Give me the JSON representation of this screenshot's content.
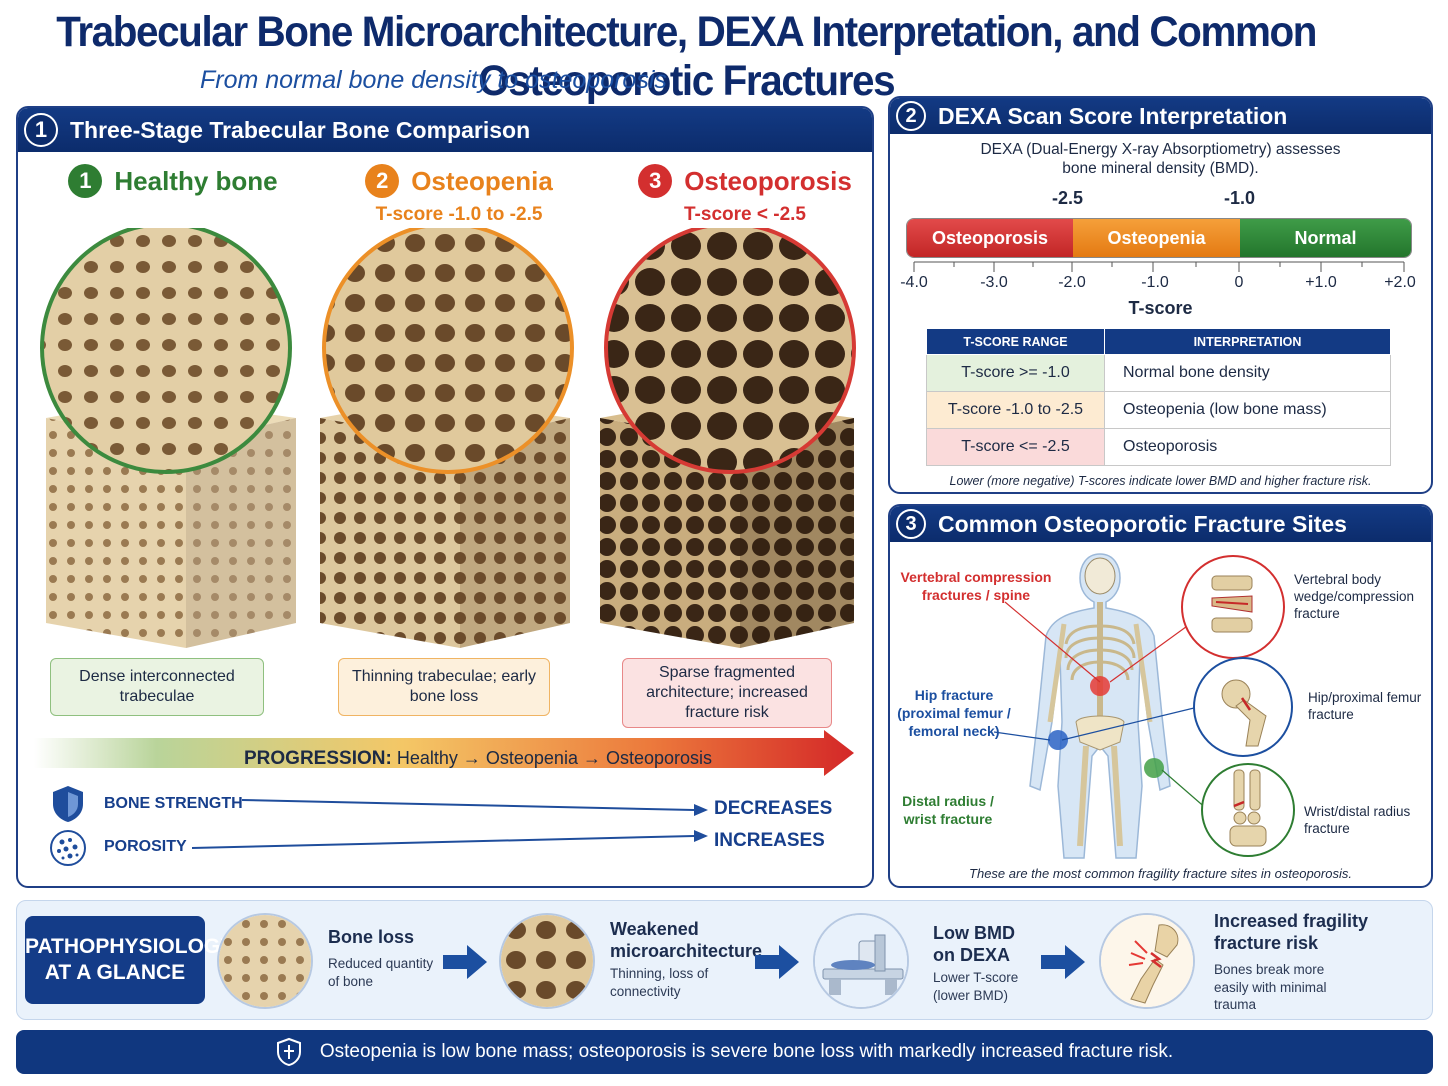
{
  "title": "Trabecular Bone Microarchitecture, DEXA Interpretation, and Common Osteoporotic Fractures",
  "subtitle": "From normal bone density to osteoporosis",
  "panel1": {
    "number": "1",
    "heading": "Three-Stage Trabecular Bone Comparison",
    "stages": [
      {
        "number": "1",
        "name": "Healthy bone",
        "tscore": "",
        "caption": "Dense interconnected trabeculae",
        "color": "#2e7d32"
      },
      {
        "number": "2",
        "name": "Osteopenia",
        "tscore": "T-score -1.0 to -2.5",
        "caption": "Thinning trabeculae; early bone loss",
        "color": "#e8821c"
      },
      {
        "number": "3",
        "name": "Osteoporosis",
        "tscore": "T-score < -2.5",
        "caption": "Sparse fragmented architecture; increased fracture risk",
        "color": "#d32f2f"
      }
    ],
    "progression": {
      "label": "PROGRESSION:",
      "steps": [
        "Healthy",
        "Osteopenia",
        "Osteoporosis"
      ],
      "arrow": "→"
    },
    "trends": [
      {
        "label": "BONE STRENGTH",
        "result": "DECREASES",
        "icon": "shield-icon"
      },
      {
        "label": "POROSITY",
        "result": "INCREASES",
        "icon": "porous-bone-icon"
      }
    ]
  },
  "panel2": {
    "number": "2",
    "heading": "DEXA Scan Score Interpretation",
    "description_line1": "DEXA (Dual-Energy X-ray Absorptiometry) assesses",
    "description_line2": "bone mineral density (BMD).",
    "thresholds": [
      "-2.5",
      "-1.0"
    ],
    "segments": [
      {
        "label": "Osteoporosis",
        "color": "#d7383a"
      },
      {
        "label": "Osteopenia",
        "color": "#ef8a1e"
      },
      {
        "label": "Normal",
        "color": "#2f8a3a"
      }
    ],
    "axis_ticks": [
      "-4.0",
      "-3.0",
      "-2.0",
      "-1.0",
      "0",
      "+1.0",
      "+2.0"
    ],
    "axis_label": "T-score",
    "table": {
      "headers": [
        "T-SCORE RANGE",
        "INTERPRETATION"
      ],
      "rows": [
        {
          "range": "T-score >= -1.0",
          "interpretation": "Normal bone density",
          "color": "#e4f1dd"
        },
        {
          "range": "T-score -1.0 to -2.5",
          "interpretation": "Osteopenia (low bone mass)",
          "color": "#fdebd2"
        },
        {
          "range": "T-score <= -2.5",
          "interpretation": "Osteoporosis",
          "color": "#fadada"
        }
      ]
    },
    "note": "Lower (more negative) T-scores indicate lower BMD and higher fracture risk."
  },
  "panel3": {
    "number": "3",
    "heading": "Common Osteoporotic Fracture Sites",
    "sites": [
      {
        "label": "Vertebral compression fractures / spine",
        "detail": "Vertebral body wedge/compression fracture",
        "color": "#d32f2f"
      },
      {
        "label": "Hip fracture (proximal femur / femoral neck)",
        "detail": "Hip/proximal femur fracture",
        "color": "#1c4fa0"
      },
      {
        "label": "Distal radius / wrist fracture",
        "detail": "Wrist/distal radius fracture",
        "color": "#2e7d32"
      }
    ],
    "note": "These are the most common fragility fracture sites in osteoporosis."
  },
  "pathophysiology": {
    "label_line1": "PATHOPHYSIOLOGY",
    "label_line2": "AT A GLANCE",
    "steps": [
      {
        "title": "Bone loss",
        "desc": "Reduced quantity of bone"
      },
      {
        "title": "Weakened microarchitecture",
        "desc": "Thinning, loss of connectivity"
      },
      {
        "title": "Low BMD on DEXA",
        "desc": "Lower T-score (lower BMD)"
      },
      {
        "title": "Increased fragility fracture risk",
        "desc": "Bones break more easily with minimal trauma"
      }
    ]
  },
  "footer": "Osteopenia is low bone mass; osteoporosis is severe bone loss with markedly increased fracture risk."
}
